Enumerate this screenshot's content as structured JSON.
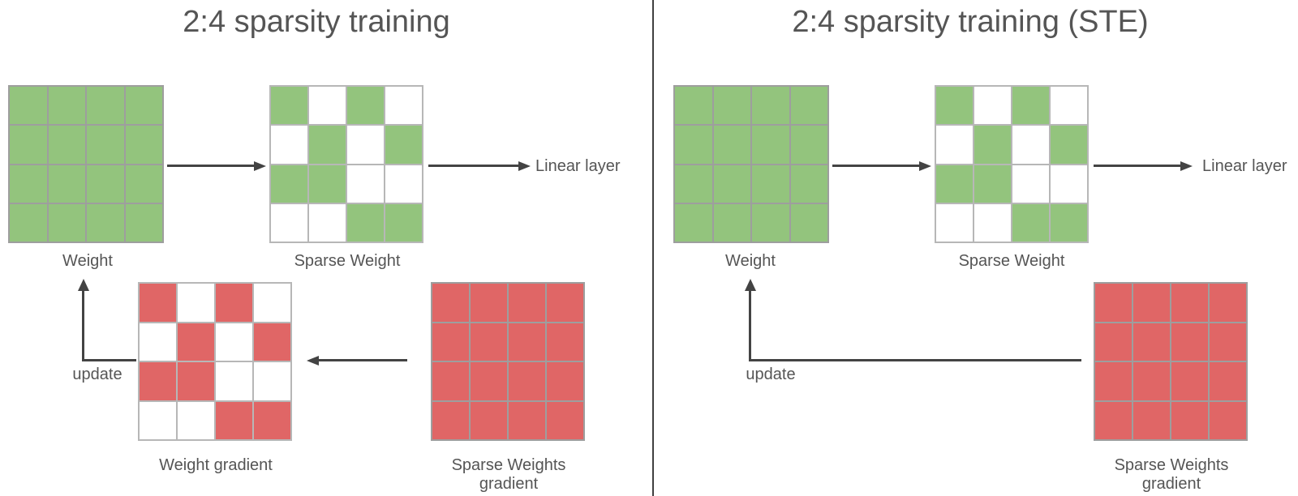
{
  "colors": {
    "green": "#93c47d",
    "red": "#e06666",
    "text": "#555555",
    "arrow": "#434343",
    "divider": "#404040",
    "solid_grid_line": "#9e9e9e",
    "sparse_grid_line": "#b7b7b7"
  },
  "panels": [
    {
      "title": "2:4 sparsity training",
      "weight_label": "Weight",
      "sparse_weight_label": "Sparse Weight",
      "linear_layer_label": "Linear layer",
      "update_label": "update",
      "weight_gradient_label": "Weight gradient",
      "sparse_gradient_label_line1": "Sparse Weights",
      "sparse_gradient_label_line2": "gradient",
      "grids": {
        "weight": {
          "rows": 4,
          "cols": 4,
          "color": "#93c47d",
          "line": "#9e9e9e",
          "pattern": [
            [
              1,
              1,
              1,
              1
            ],
            [
              1,
              1,
              1,
              1
            ],
            [
              1,
              1,
              1,
              1
            ],
            [
              1,
              1,
              1,
              1
            ]
          ]
        },
        "sparse_weight": {
          "rows": 4,
          "cols": 4,
          "color": "#93c47d",
          "line": "#b7b7b7",
          "pattern": [
            [
              1,
              0,
              1,
              0
            ],
            [
              0,
              1,
              0,
              1
            ],
            [
              1,
              1,
              0,
              0
            ],
            [
              0,
              0,
              1,
              1
            ]
          ]
        },
        "weight_gradient": {
          "rows": 4,
          "cols": 4,
          "color": "#e06666",
          "line": "#b7b7b7",
          "pattern": [
            [
              1,
              0,
              1,
              0
            ],
            [
              0,
              1,
              0,
              1
            ],
            [
              1,
              1,
              0,
              0
            ],
            [
              0,
              0,
              1,
              1
            ]
          ]
        },
        "sparse_weights_gradient": {
          "rows": 4,
          "cols": 4,
          "color": "#e06666",
          "line": "#9e9e9e",
          "pattern": [
            [
              1,
              1,
              1,
              1
            ],
            [
              1,
              1,
              1,
              1
            ],
            [
              1,
              1,
              1,
              1
            ],
            [
              1,
              1,
              1,
              1
            ]
          ]
        }
      }
    },
    {
      "title": "2:4 sparsity training (STE)",
      "weight_label": "Weight",
      "sparse_weight_label": "Sparse Weight",
      "linear_layer_label": "Linear layer",
      "update_label": "update",
      "sparse_gradient_label_line1": "Sparse Weights",
      "sparse_gradient_label_line2": "gradient",
      "grids": {
        "weight": {
          "rows": 4,
          "cols": 4,
          "color": "#93c47d",
          "line": "#9e9e9e",
          "pattern": [
            [
              1,
              1,
              1,
              1
            ],
            [
              1,
              1,
              1,
              1
            ],
            [
              1,
              1,
              1,
              1
            ],
            [
              1,
              1,
              1,
              1
            ]
          ]
        },
        "sparse_weight": {
          "rows": 4,
          "cols": 4,
          "color": "#93c47d",
          "line": "#b7b7b7",
          "pattern": [
            [
              1,
              0,
              1,
              0
            ],
            [
              0,
              1,
              0,
              1
            ],
            [
              1,
              1,
              0,
              0
            ],
            [
              0,
              0,
              1,
              1
            ]
          ]
        },
        "sparse_weights_gradient": {
          "rows": 4,
          "cols": 4,
          "color": "#e06666",
          "line": "#9e9e9e",
          "pattern": [
            [
              1,
              1,
              1,
              1
            ],
            [
              1,
              1,
              1,
              1
            ],
            [
              1,
              1,
              1,
              1
            ],
            [
              1,
              1,
              1,
              1
            ]
          ]
        }
      }
    }
  ]
}
